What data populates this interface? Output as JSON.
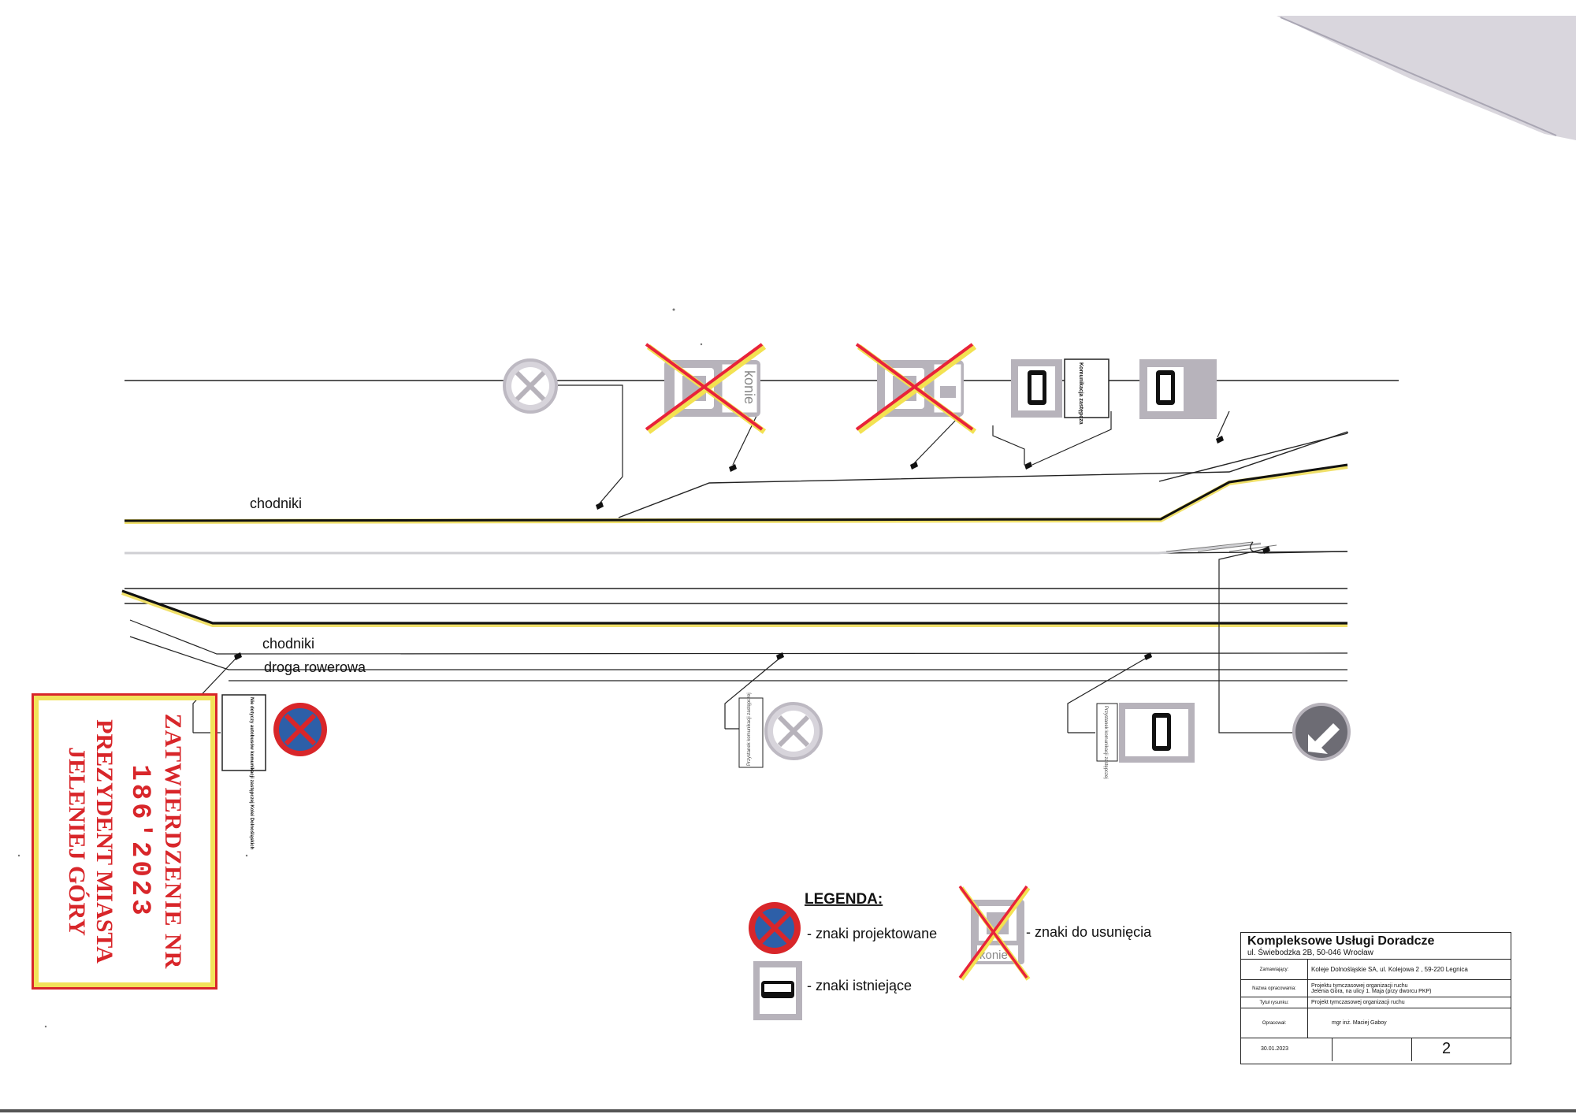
{
  "labels": {
    "sidewalk_top": "chodniki",
    "sidewalk_bottom": "chodniki",
    "bike_path": "droga rowerowa"
  },
  "sign_texts": {
    "koniec": "konie",
    "zastepcza": "Komunikacja zastępcza",
    "nie_dotyczy": "Nie dotyczy autobusów komunikacji zastępczej Kolei Dolnośląskich",
    "przystanek": "Przystanek komunikacji zastępczej"
  },
  "legend": {
    "title": "LEGENDA:",
    "projected": "- znaki projektowane",
    "existing": "- znaki istniejące",
    "remove": "- znaki do usunięcia",
    "remove_sign_text": "konie"
  },
  "stamp": {
    "line1": "ZATWIERDZENIE NR",
    "number": "186'2023",
    "line2": "PREZYDENT MIASTA",
    "line3": "JELENIEJ GÓRY"
  },
  "title_block": {
    "firm": "Kompleksowe Usługi Doradcze",
    "address": "ul. Świebodzka 2B, 50-046 Wrocław",
    "rows": [
      {
        "key": "Zamawiający:",
        "value": "Koleje Dolnośląskie SA, ul. Kolejowa 2 , 59-220 Legnica"
      },
      {
        "key": "Nazwa opracowania:",
        "value": "Projektu tymczasowej organizacji ruchu",
        "value2": "Jelenia Góra, na ulicy 1. Maja (przy dworcu PKP)"
      },
      {
        "key": "Tytuł rysunku:",
        "value": "Projekt tymczasowej organizacji ruchu"
      },
      {
        "key": "Opracował:",
        "value": "mgr inż. Maciej Gaboy"
      }
    ],
    "date": "30.01.2023",
    "sheet": "2"
  },
  "colors": {
    "line": "#222222",
    "road_highlight": "#f0e06a",
    "sign_blue": "#2d5fa8",
    "sign_red": "#d8262a",
    "sign_gray": "#b7b3bb",
    "cross_red": "#e8233a",
    "cross_yellow": "#f3e252"
  }
}
